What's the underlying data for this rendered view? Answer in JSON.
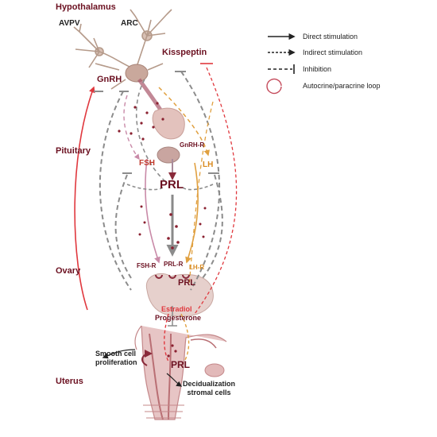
{
  "regions": {
    "hypothalamus": "Hypothalamus",
    "pituitary": "Pituitary",
    "ovary": "Ovary",
    "uterus": "Uterus"
  },
  "nodes": {
    "avpv": "AVPV",
    "arc": "ARC",
    "kisspeptin": "Kisspeptin",
    "gnrh": "GnRH",
    "gnrh_r": "GnRH-R",
    "fsh": "FSH",
    "lh": "LH",
    "prl_pituitary": "PRL",
    "fsh_r": "FSH-R",
    "prl_r": "PRL-R",
    "lh_r": "LH-R",
    "prl_ovary": "PRL",
    "estradiol": "Estradiol",
    "progesterone": "Progesterone",
    "smooth_cell": "Smooth cell\nproliferation",
    "prl_uterus": "PRL",
    "decidualization": "Decidualization\nstromal cells"
  },
  "legend": [
    {
      "style": "solid",
      "label": "Direct stimulation"
    },
    {
      "style": "dotted",
      "label": "Indirect stimulation"
    },
    {
      "style": "inhibition",
      "label": "Inhibition"
    },
    {
      "style": "loop",
      "label": "Autocrine/paracrine loop"
    }
  ],
  "colors": {
    "maroon": "#6b1020",
    "red": "#e0383e",
    "gray": "#8c8c8c",
    "pink": "#d98aa5",
    "orange": "#e8a23a",
    "fsh": "#c0392b",
    "lh": "#d98a1f",
    "tissue": "#e9c9c6"
  }
}
